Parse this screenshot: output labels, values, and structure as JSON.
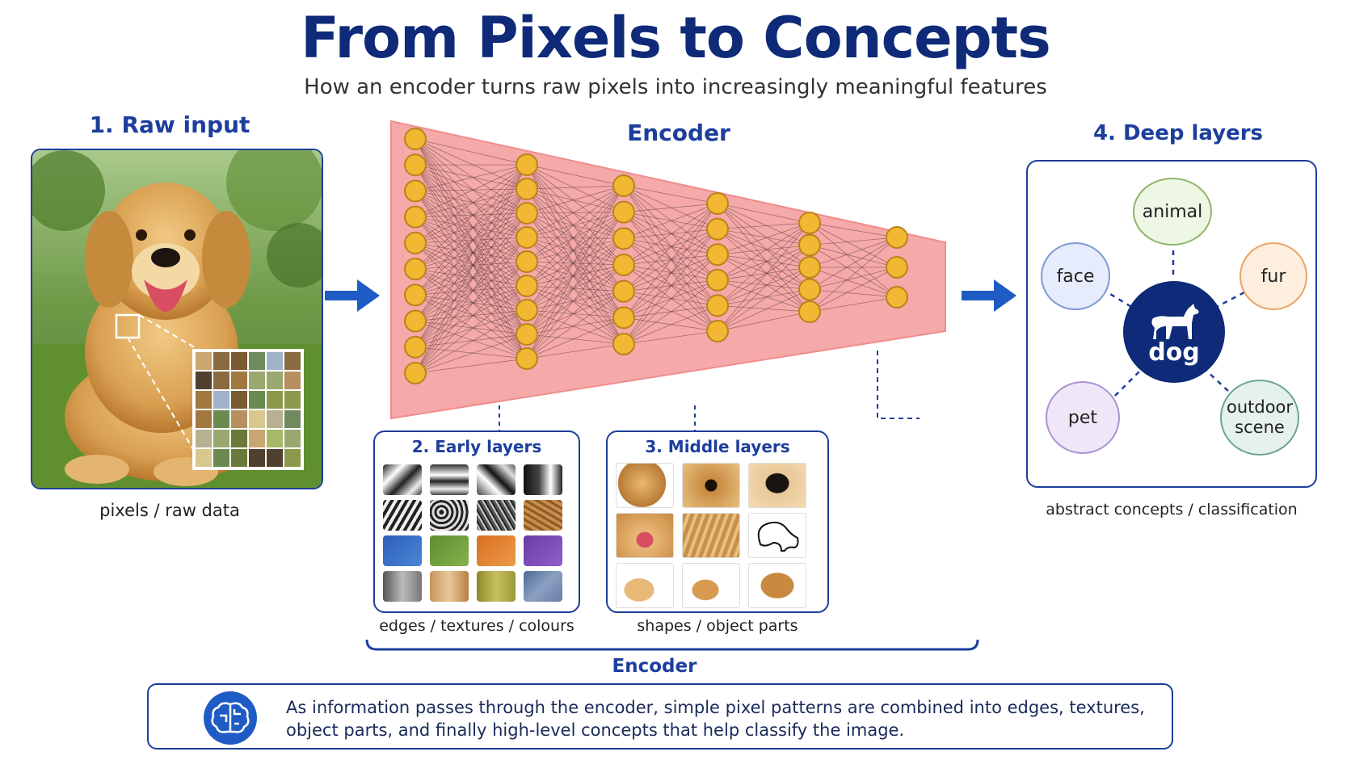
{
  "title": "From Pixels to Concepts",
  "subtitle": "How an encoder turns raw pixels into increasingly meaningful features",
  "raw_input": {
    "heading": "1. Raw input",
    "caption": "pixels / raw data"
  },
  "encoder": {
    "heading": "Encoder",
    "bracket_label": "Encoder",
    "layer_sizes": [
      10,
      9,
      7,
      6,
      5,
      3
    ]
  },
  "early_layers": {
    "title": "2. Early layers",
    "caption": "edges / textures / colours"
  },
  "middle_layers": {
    "title": "3. Middle layers",
    "caption": "shapes / object parts"
  },
  "deep_layers": {
    "heading": "4. Deep layers",
    "caption": "abstract concepts / classification",
    "center": "dog",
    "concepts": [
      "animal",
      "face",
      "fur",
      "pet",
      "outdoor scene"
    ]
  },
  "info_text": "As information passes through the encoder, simple pixel patterns are combined into edges, textures, object parts, and finally high-level concepts that help classify the image.",
  "icons": [
    "arrow-right-icon",
    "brain-icon",
    "dog-silhouette-icon",
    "magnify-grid-icon"
  ],
  "colors": {
    "title": "#0e2a78",
    "accent": "#1d3e9c",
    "arrow": "#1f5bc4",
    "encoder_fill": "#f5a9a9",
    "neuron": "#f2b733",
    "dog_circle": "#0e2a78"
  }
}
